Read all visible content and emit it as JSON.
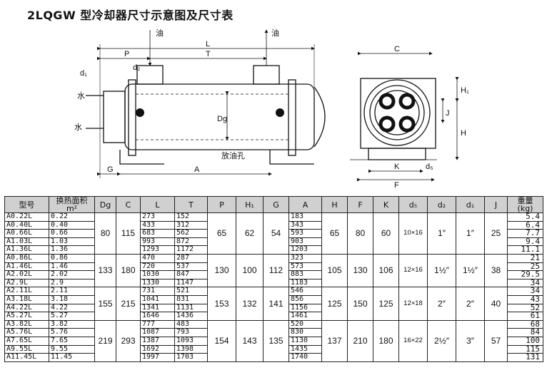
{
  "title": "2LQGW 型冷却器尺寸示意图及尺寸表",
  "drawing_labels": {
    "oil": "油",
    "water": "水",
    "drain": "放油孔",
    "P": "P",
    "L": "L",
    "T": "T",
    "G": "G",
    "A": "A",
    "d1": "d₁",
    "d2": "d₂",
    "Dg": "Dg",
    "C": "C",
    "H1": "H₁",
    "J": "J",
    "H": "H",
    "K": "K",
    "F": "F",
    "d5": "d₅"
  },
  "table": {
    "headers": {
      "model": "型号",
      "area": "换热面积",
      "area_unit": "m²",
      "Dg": "Dg",
      "C": "C",
      "L": "L",
      "T": "T",
      "P": "P",
      "H1": "H₁",
      "G": "G",
      "A": "A",
      "H": "H",
      "F": "F",
      "K": "K",
      "d5": "d₅",
      "d2": "d₂",
      "d1": "d₁",
      "J": "J",
      "weight": "重量",
      "weight_unit": "(kg)"
    },
    "groups": [
      {
        "Dg": "80",
        "C": "115",
        "P": "65",
        "H1": "62",
        "G": "54",
        "H": "65",
        "F": "80",
        "K": "60",
        "d5": "10×16",
        "d2": "1″",
        "d1": "1″",
        "J": "25",
        "rows": [
          {
            "model": "A0.22L",
            "area": "0.22",
            "L": "273",
            "T": "152",
            "A": "183",
            "weight": "5.4"
          },
          {
            "model": "A0.40L",
            "area": "0.40",
            "L": "433",
            "T": "312",
            "A": "343",
            "weight": "6.4"
          },
          {
            "model": "A0.66L",
            "area": "0.66",
            "L": "683",
            "T": "562",
            "A": "593",
            "weight": "7.7"
          },
          {
            "model": "A1.03L",
            "area": "1.03",
            "L": "993",
            "T": "872",
            "A": "903",
            "weight": "9.4"
          },
          {
            "model": "A1.36L",
            "area": "1.36",
            "L": "1293",
            "T": "1172",
            "A": "1203",
            "weight": "11.1"
          }
        ]
      },
      {
        "Dg": "133",
        "C": "180",
        "P": "130",
        "H1": "100",
        "G": "112",
        "H": "105",
        "F": "130",
        "K": "106",
        "d5": "12×16",
        "d2": "1½″",
        "d1": "1½″",
        "J": "38",
        "rows": [
          {
            "model": "A0.86L",
            "area": "0.86",
            "L": "470",
            "T": "287",
            "A": "323",
            "weight": "21"
          },
          {
            "model": "A1.46L",
            "area": "1.46",
            "L": "720",
            "T": "537",
            "A": "573",
            "weight": "25"
          },
          {
            "model": "A2.02L",
            "area": "2.02",
            "L": "1030",
            "T": "847",
            "A": "883",
            "weight": "29.5"
          },
          {
            "model": "A2.9L",
            "area": "2.9",
            "L": "1330",
            "T": "1147",
            "A": "1183",
            "weight": "34"
          }
        ]
      },
      {
        "Dg": "155",
        "C": "215",
        "P": "153",
        "H1": "132",
        "G": "141",
        "H": "125",
        "F": "150",
        "K": "125",
        "d5": "12×18",
        "d2": "2″",
        "d1": "2″",
        "J": "40",
        "rows": [
          {
            "model": "A2.11L",
            "area": "2.11",
            "L": "731",
            "T": "521",
            "A": "546",
            "weight": "34"
          },
          {
            "model": "A3.18L",
            "area": "3.18",
            "L": "1041",
            "T": "831",
            "A": "856",
            "weight": "43"
          },
          {
            "model": "A4.22L",
            "area": "4.22",
            "L": "1341",
            "T": "1131",
            "A": "1156",
            "weight": "52"
          },
          {
            "model": "A5.27L",
            "area": "5.27",
            "L": "1646",
            "T": "1436",
            "A": "1461",
            "weight": "61"
          }
        ]
      },
      {
        "Dg": "219",
        "C": "293",
        "P": "154",
        "H1": "143",
        "G": "135",
        "H": "137",
        "F": "210",
        "K": "180",
        "d5": "16×22",
        "d2": "2½″",
        "d1": "3″",
        "J": "57",
        "rows": [
          {
            "model": "A3.82L",
            "area": "3.82",
            "L": "777",
            "T": "483",
            "A": "520",
            "weight": "68"
          },
          {
            "model": "A5.76L",
            "area": "5.76",
            "L": "1087",
            "T": "793",
            "A": "830",
            "weight": "84"
          },
          {
            "model": "A7.65L",
            "area": "7.65",
            "L": "1387",
            "T": "1093",
            "A": "1130",
            "weight": "100"
          },
          {
            "model": "A9.55L",
            "area": "9.55",
            "L": "1692",
            "T": "1398",
            "A": "1435",
            "weight": "115"
          },
          {
            "model": "A11.45L",
            "area": "11.45",
            "L": "1997",
            "T": "1703",
            "A": "1740",
            "weight": "131"
          }
        ]
      }
    ]
  }
}
